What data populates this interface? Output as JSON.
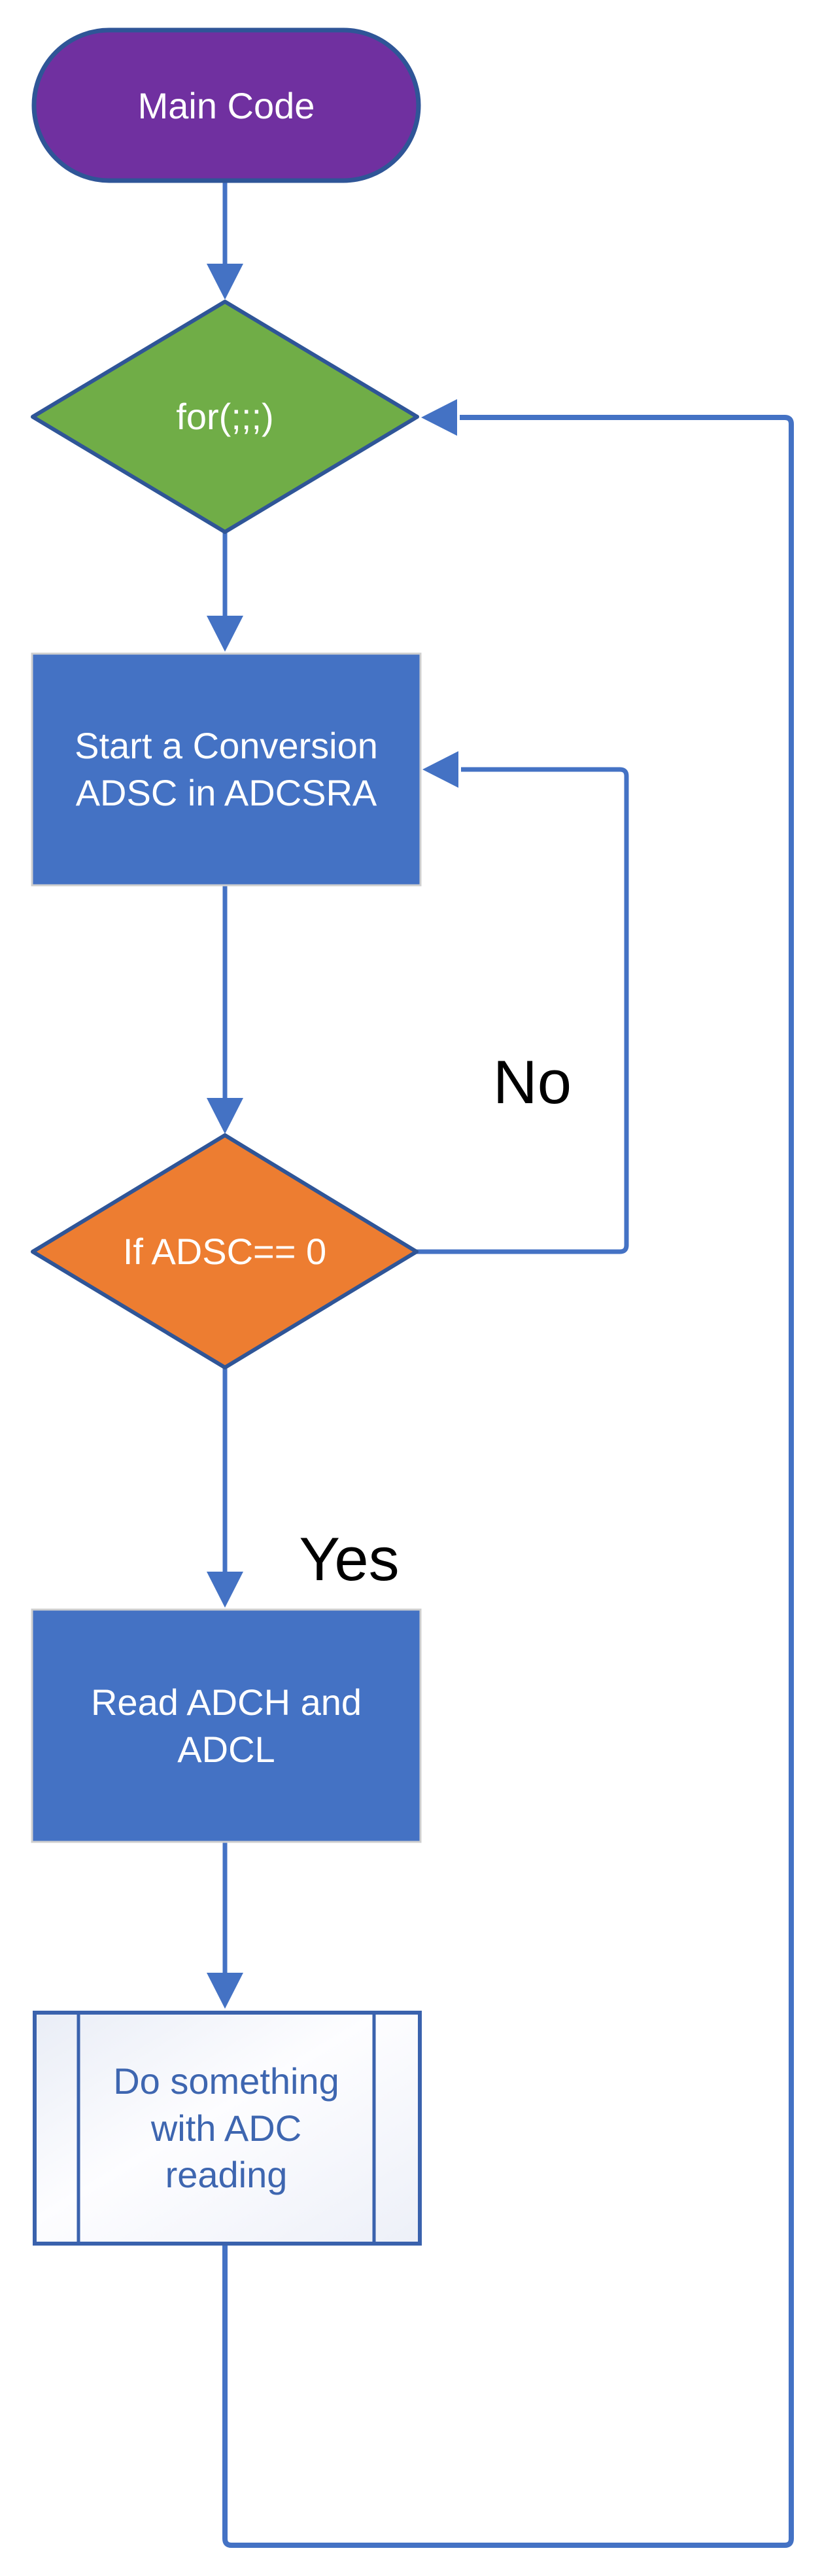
{
  "diagram": {
    "type": "flowchart",
    "background": "#FFFFFF",
    "colors": {
      "terminator_purple": "#7030A0",
      "decision_green": "#70AD47",
      "decision_orange": "#ED7D31",
      "process_blue": "#4472C4",
      "shape_border_navy": "#2F5597",
      "process_border_gray": "#CFCFCF",
      "connector_blue": "#4472C4",
      "predefined_border_blue": "#3A62AD",
      "predefined_text_blue": "#3E66B0",
      "edge_label_black": "#000000"
    },
    "nodes": {
      "main_code": {
        "shape": "terminator",
        "label": "Main Code",
        "fill": "#7030A0"
      },
      "for_loop": {
        "shape": "decision",
        "label": "for(;;;)",
        "fill": "#70AD47"
      },
      "start_conversion": {
        "shape": "process",
        "line1": "Start a Conversion",
        "line2": "ADSC in ADCSRA",
        "fill": "#4472C4"
      },
      "if_adsc": {
        "shape": "decision",
        "label": "If ADSC== 0",
        "fill": "#ED7D31"
      },
      "read_adc": {
        "shape": "process",
        "line1": "Read ADCH and",
        "line2": "ADCL",
        "fill": "#4472C4"
      },
      "do_something": {
        "shape": "predefined-process",
        "line1": "Do something",
        "line2": "with ADC",
        "line3": "reading"
      }
    },
    "edges": [
      {
        "from": "main_code",
        "to": "for_loop",
        "label": ""
      },
      {
        "from": "for_loop",
        "to": "start_conversion",
        "label": ""
      },
      {
        "from": "start_conversion",
        "to": "if_adsc",
        "label": ""
      },
      {
        "from": "if_adsc",
        "to": "start_conversion",
        "label": "No"
      },
      {
        "from": "if_adsc",
        "to": "read_adc",
        "label": "Yes"
      },
      {
        "from": "read_adc",
        "to": "do_something",
        "label": ""
      },
      {
        "from": "do_something",
        "to": "for_loop",
        "label": ""
      }
    ]
  }
}
